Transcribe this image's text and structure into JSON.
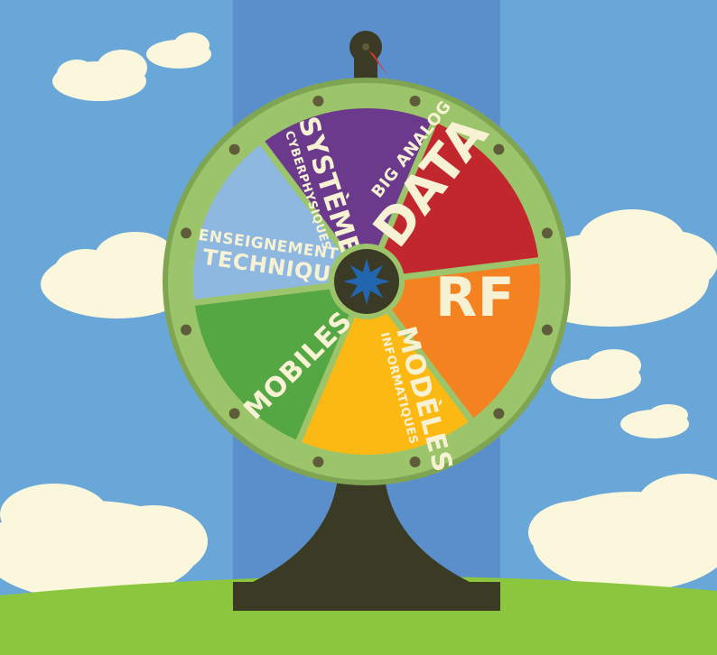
{
  "colors": {
    "sky": "#6aa7d9",
    "center_band": "#5b8fcc",
    "grass": "#8cc63f",
    "stand": "#3b3a24",
    "rim": "#9cc46a",
    "rim_dark": "#7fa552",
    "cloud": "#fbf7dc",
    "label": "#f7f2d4",
    "star": "#2266b0",
    "hub": "#3b3a24",
    "pointer": "#d6342b"
  },
  "wheel": {
    "segments": [
      {
        "id": "systemes",
        "color": "#6c3a8c",
        "line1": "SYSTÈMES",
        "line2": "CYBERPHYSIQUES"
      },
      {
        "id": "data",
        "color": "#c1272d",
        "line1": "BIG ANALOG",
        "line2": "DATA"
      },
      {
        "id": "rf",
        "color": "#f58220",
        "line1": "RF"
      },
      {
        "id": "modeles",
        "color": "#fdb913",
        "line1": "MODÈLES",
        "line2": "INFORMATIQUES"
      },
      {
        "id": "mobiles",
        "color": "#55a744",
        "line1": "MOBILES"
      },
      {
        "id": "enseignement",
        "color": "#8fb8e0",
        "line1": "ENSEIGNEMENT",
        "line2": "TECHNIQUE"
      }
    ]
  }
}
